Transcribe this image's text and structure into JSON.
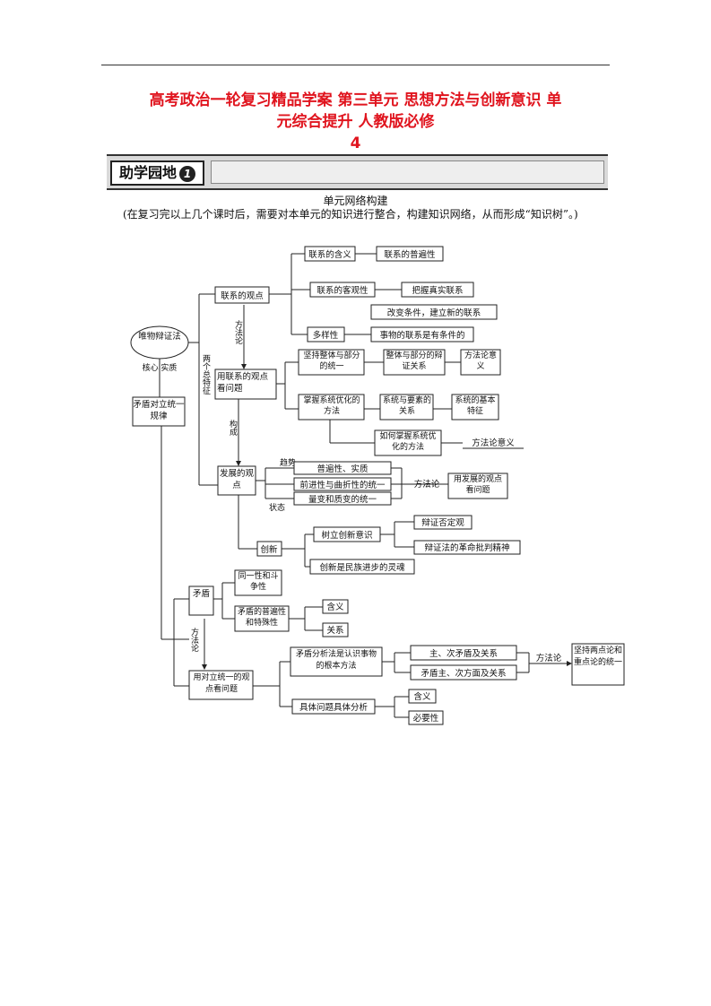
{
  "header": {
    "title_line1": "高考政治一轮复习精品学案  第三单元  思想方法与创新意识  单",
    "title_line2": "元综合提升  人教版必修",
    "title_line3": "4"
  },
  "banner": {
    "label": "助学园地",
    "number": "1"
  },
  "section": {
    "subtitle": "单元网络构建",
    "intro": "(在复习完以上几个课时后，需要对本单元的知识进行整合，构建知识网络，从而形成“知识树”。)"
  },
  "diagram": {
    "root": "唯物辩证法",
    "root_label": "核心 实质",
    "core": "矛盾对立统一规律",
    "two_features": "两个总特征",
    "method1": "方法论",
    "compose": "构成",
    "method2": "方法论",
    "connection": {
      "view": "联系的观点",
      "meaning": "联系的含义",
      "universal": "联系的普遍性",
      "objective": "联系的客观性",
      "grasp": "把握真实联系",
      "change_cond": "改变条件，建立新的联系",
      "diversity": "多样性",
      "conditional": "事物的联系是有条件的",
      "use_view": "用联系的观点看问题",
      "whole_part": "坚持整体与部分的统一",
      "whole_part_rel": "整体与部分的辩证关系",
      "method_meaning": "方法论意义",
      "system_opt": "掌握系统优化的方法",
      "system_elem": "系统与要素的关系",
      "system_basic": "系统的基本特征",
      "how_system": "如何掌握系统优化的方法",
      "how_meaning": "方法论意义"
    },
    "development": {
      "view": "发展的观点",
      "trend": "趋势",
      "state": "状态",
      "universal": "普遍性、实质",
      "forward": "前进性与曲折性的统一",
      "quantity": "量变和质变的统一",
      "method": "方法论",
      "use_view": "用发展的观点看问题",
      "innovation": "创新",
      "innov_spirit": "树立创新意识",
      "negation": "辩证否定观",
      "critical": "辩证法的革命批判精神",
      "soul": "创新是民族进步的灵魂"
    },
    "contradiction": {
      "node": "矛盾",
      "identity": "同一性和斗争性",
      "universality": "矛盾的普遍性和特殊性",
      "meaning": "含义",
      "relation": "关系",
      "method": "方法论",
      "use_view": "用对立统一的观点看问题",
      "analysis": "矛盾分析法是认识事物的根本方法",
      "main_sec": "主、次矛盾及关系",
      "main_aspect": "矛盾主、次方面及关系",
      "method_label": "方法论",
      "two_points": "坚持两点论和重点论的统一",
      "concrete": "具体问题具体分析",
      "c_meaning": "含义",
      "necessity": "必要性"
    }
  }
}
